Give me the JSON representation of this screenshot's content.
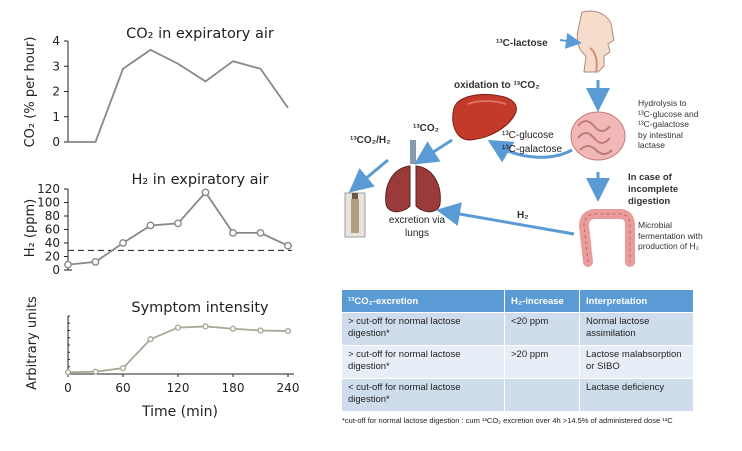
{
  "chart_data": [
    {
      "type": "line",
      "title": "CO₂ in expiratory air",
      "ylabel": "CO₂ (% per hour)",
      "x": [
        0,
        30,
        60,
        90,
        120,
        150,
        180,
        210,
        240
      ],
      "values": [
        0,
        0,
        2.9,
        3.65,
        3.1,
        2.4,
        3.2,
        2.9,
        1.35
      ],
      "ylim": [
        0,
        4
      ],
      "yticks": [
        0,
        1,
        2,
        3,
        4
      ],
      "series_color": "#888888"
    },
    {
      "type": "line",
      "title": "H₂ in expiratory air",
      "ylabel": "H₂ (ppm)",
      "x": [
        0,
        30,
        60,
        90,
        120,
        150,
        180,
        210,
        240
      ],
      "values": [
        8,
        12,
        40,
        66,
        69,
        115,
        55,
        55,
        36
      ],
      "cutoff": 29,
      "ylim": [
        0,
        120
      ],
      "yticks": [
        0,
        20,
        40,
        60,
        80,
        100,
        120
      ],
      "series_color": "#888888"
    },
    {
      "type": "line",
      "title": "Symptom intensity",
      "ylabel": "Arbitrary units",
      "x": [
        0,
        30,
        60,
        90,
        120,
        150,
        180,
        210,
        240
      ],
      "values": [
        0.03,
        0.04,
        0.1,
        0.6,
        0.8,
        0.82,
        0.78,
        0.75,
        0.74
      ],
      "ylim": [
        0,
        1
      ],
      "series_color": "#a8a898",
      "xticks": [
        0,
        60,
        120,
        180,
        240
      ],
      "xlabel": "Time (min)"
    }
  ],
  "diagram": {
    "lactose_label": "¹³C-lactose",
    "oxidation_label": "oxidation to ¹³CO₂",
    "co2_h2_label": "¹³CO₂/H₂",
    "co2_label": "¹³CO₂",
    "glucose_label": "¹³C-glucose",
    "galactose_label": "¹³C-galactose",
    "excretion_label": "excretion via lungs",
    "hydrolysis_label": "Hydrolysis to ¹³C-glucose and ¹³C-galactose by intestinal lactase",
    "incomplete_label": "In case of incomplete digestion",
    "h2_label": "H₂",
    "fermentation_label": "Microbial fermentation with production of H₂",
    "arrow_color": "#5b9bd5"
  },
  "table": {
    "headers": [
      "¹³CO₂-excretion",
      "H₂-increase",
      "Interpretation"
    ],
    "rows": [
      [
        "> cut-off for normal lactose digestion*",
        "<20 ppm",
        "Normal lactose assimilation"
      ],
      [
        "> cut-off for normal lactose digestion*",
        ">20 ppm",
        "Lactose malabsorption or SIBO"
      ],
      [
        "< cut-off for normal lactose digestion*",
        "",
        "Lactase deficiency"
      ]
    ],
    "header_color": "#5b9bd5"
  },
  "footnote": "*cut-off for normal lactose digestion : cum ¹³CO₂ excretion over 4h >14.5% of administered dose ¹³C"
}
